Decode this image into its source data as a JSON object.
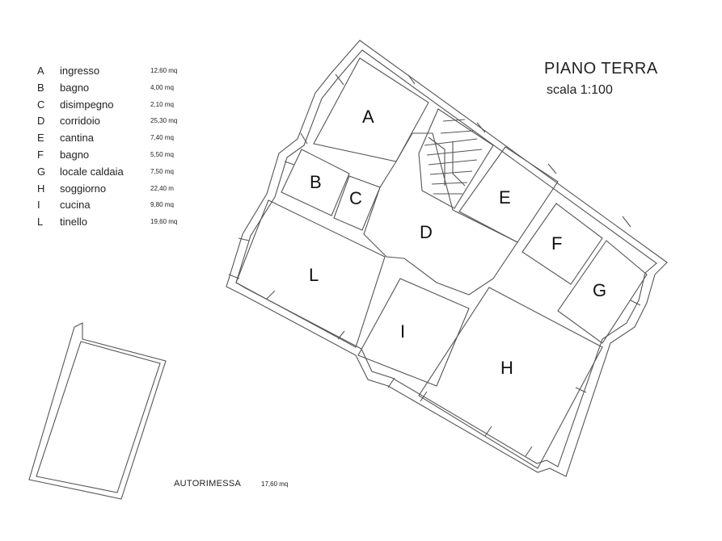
{
  "title": "PIANO TERRA",
  "scale": "scala 1:100",
  "legend": [
    {
      "letter": "A",
      "name": "ingresso",
      "area": "12,60 mq"
    },
    {
      "letter": "B",
      "name": "bagno",
      "area": "4,00 mq"
    },
    {
      "letter": "C",
      "name": "disimpegno",
      "area": "2,10 mq"
    },
    {
      "letter": "D",
      "name": "corridoio",
      "area": "25,30 mq"
    },
    {
      "letter": "E",
      "name": "cantina",
      "area": "7,40 mq"
    },
    {
      "letter": "F",
      "name": "bagno",
      "area": "5,50 mq"
    },
    {
      "letter": "G",
      "name": "locale caldaia",
      "area": "7,50 mq"
    },
    {
      "letter": "H",
      "name": "soggiorno",
      "area": "22,40 m"
    },
    {
      "letter": "I",
      "name": "cucina",
      "area": "9,80 mq"
    },
    {
      "letter": "L",
      "name": "tinello",
      "area": "19,60 mq"
    }
  ],
  "garage": {
    "label": "AUTORIMESSA",
    "area": "17,60 mq"
  },
  "rooms": {
    "A": "A",
    "B": "B",
    "C": "C",
    "D": "D",
    "E": "E",
    "F": "F",
    "G": "G",
    "H": "H",
    "I": "I",
    "L": "L"
  },
  "colors": {
    "line": "#555555",
    "text": "#222222",
    "background": "#ffffff"
  }
}
